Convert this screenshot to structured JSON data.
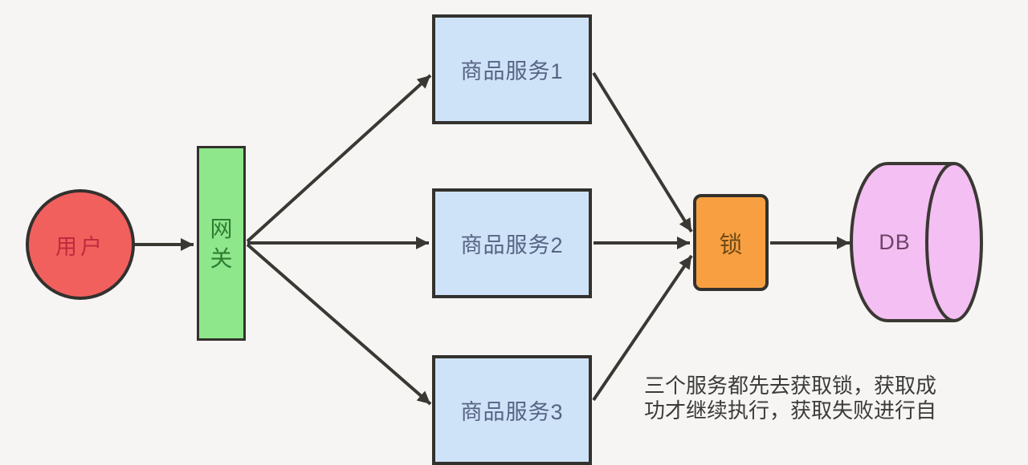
{
  "diagram": {
    "background": "#F6F5F3",
    "stroke_color": "#3A3833",
    "nodes": {
      "user": {
        "label": "用户",
        "shape": "circle",
        "fill": "#F2605E",
        "text_color": "#C0293D"
      },
      "gateway": {
        "label": "网关",
        "shape": "rect",
        "fill": "#8FE78C",
        "text_color": "#2E7D32"
      },
      "service1": {
        "label": "商品服务1",
        "shape": "rect",
        "fill": "#CFE3F8",
        "text_color": "#566384"
      },
      "service2": {
        "label": "商品服务2",
        "shape": "rect",
        "fill": "#CFE3F8",
        "text_color": "#566384"
      },
      "service3": {
        "label": "商品服务3",
        "shape": "rect",
        "fill": "#CFE3F8",
        "text_color": "#566384"
      },
      "lock": {
        "label": "锁",
        "shape": "rounded-rect",
        "fill": "#F8A041",
        "text_color": "#6F4A16"
      },
      "db": {
        "label": "DB",
        "shape": "cylinder",
        "fill": "#F4BFF2",
        "text_color": "#6E4468"
      }
    },
    "edges": [
      {
        "from": "user",
        "to": "gateway"
      },
      {
        "from": "gateway",
        "to": "service1"
      },
      {
        "from": "gateway",
        "to": "service2"
      },
      {
        "from": "gateway",
        "to": "service3"
      },
      {
        "from": "service1",
        "to": "lock"
      },
      {
        "from": "service2",
        "to": "lock"
      },
      {
        "from": "service3",
        "to": "lock"
      },
      {
        "from": "lock",
        "to": "db"
      }
    ],
    "caption": {
      "line1": "三个服务都先去获取锁，获取成",
      "line2": "功才继续执行，获取失败进行自"
    }
  }
}
